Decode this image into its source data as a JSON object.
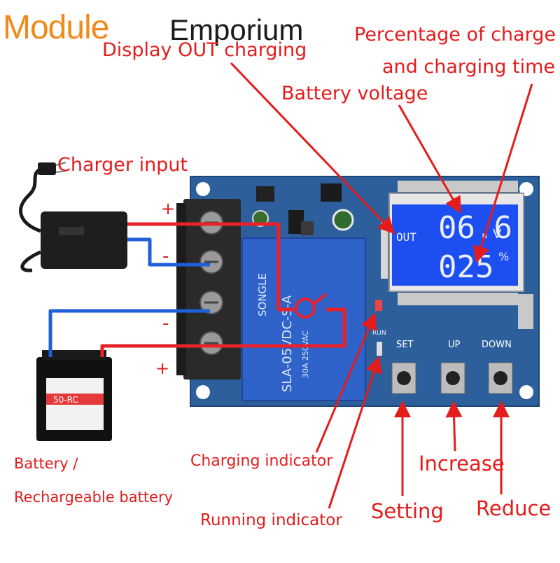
{
  "brand": {
    "part1": "Module",
    "part2": "Emporium"
  },
  "labels": {
    "display_out": "Display OUT charging",
    "percentage_line1": "Percentage of charge",
    "percentage_line2": "and charging time",
    "battery_voltage": "Battery voltage",
    "charger_input": "Charger input",
    "battery_line1": "Battery /",
    "battery_line2": "Rechargeable battery",
    "charging_indicator": "Charging indicator",
    "running_indicator": "Running indicator",
    "increase": "Increase",
    "setting": "Setting",
    "reduce": "Reduce"
  },
  "polarity": {
    "plus": "+",
    "minus": "-"
  },
  "lcd": {
    "out": "OUT",
    "voltage": "06.6",
    "unit_v": "V",
    "percent": "025",
    "unit_pct": "%"
  },
  "board": {
    "set": "SET",
    "up": "UP",
    "down": "DOWN",
    "run": "RUN",
    "relay_brand": "SONGLE",
    "relay_model": "SLA-05VDC-S-A",
    "relay_rating": "30A 250VAC"
  },
  "battery_sticker": "50-RC",
  "colors": {
    "red_wire": "#e8212b",
    "blue_wire": "#1f5fd8",
    "label": "#e41c1c",
    "pcb": "#2a5f9e",
    "lcd": "#1a4ff0",
    "brand_orange": "#f08a1a"
  }
}
